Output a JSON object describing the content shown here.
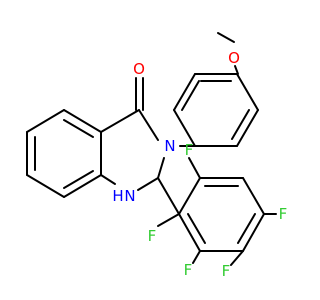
{
  "molecule": {
    "atoms": {
      "O_methoxy": "O",
      "O_carbonyl": "O",
      "N3": "N",
      "N1_label": "N",
      "N1_h": "H",
      "F_a": "F",
      "F_b": "F",
      "F_c": "F",
      "F_d": "F",
      "F_e": "F"
    },
    "colors": {
      "bond": "#000000",
      "N": "#0000ff",
      "O": "#ff0000",
      "F": "#33cc33"
    }
  }
}
